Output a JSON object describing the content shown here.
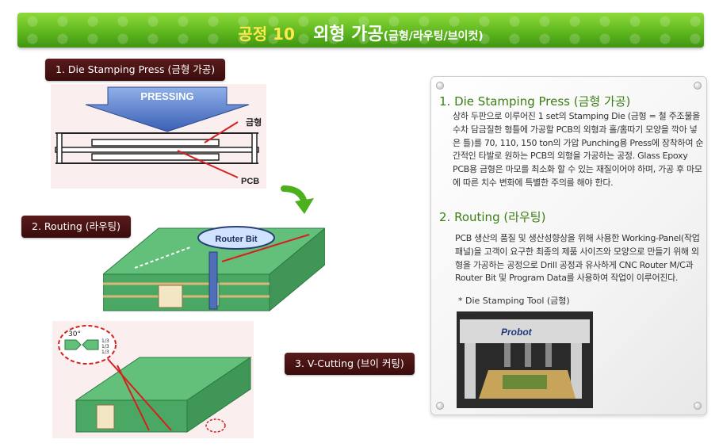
{
  "banner": {
    "number": "공정 10",
    "title": "외형 가공",
    "subtitle": "(금형/라우팅/브이컷)"
  },
  "labels": {
    "stamping": "1. Die Stamping Press (금형 가공)",
    "routing": "2. Routing (라우팅)",
    "vcut": "3. V-Cutting (브이 커팅)"
  },
  "stamping_diagram": {
    "pressing_text": "PRESSING",
    "die_label": "금형",
    "pcb_label": "PCB"
  },
  "routing_diagram": {
    "bit_label": "Router Bit"
  },
  "vcut_diagram": {
    "angle": "30°",
    "ratios": [
      "1/3",
      "1/3",
      "1/3"
    ]
  },
  "panel": {
    "section1": {
      "title": "1. Die Stamping Press (금형 가공)",
      "body": "상하 두판으로 이루어진 1 set의 Stamping Die (금형 = 철 주조물을 수차 담금질한 형틀에 가공할 PCB의 외형과 홀/홈따기 모양을 깍아 넣은 틀)를 70, 110, 150 ton의 가압 Punching용 Press에 장착하여 순간적인 타발로 원하는 PCB의 외형을 가공하는 공정. Glass Epoxy PCB용 금형은 마모를 최소화 할 수 있는 재질이어야 하며, 가공 후 마모에 따른 치수 변화에 특별한 주의를 해야 한다."
    },
    "section2": {
      "title": "2. Routing (라우팅)",
      "body": "PCB 생산의 품질 및 생산성향상을 위해 사용한 Working-Panel(작업패널)을 고객이 요구한 최종의 제품 사이즈와 모양으로 만들기 위해 외형을 가공하는 공정으로 Drill 공정과 유사하게 CNC Router M/C과 Router Bit 및 Program Data를 사용하여 작업이 이루어진다.",
      "note": "* Die Stamping Tool (금형)",
      "photo_brand": "Probot"
    }
  },
  "colors": {
    "banner_green": "#5fb81e",
    "pill_maroon": "#4a1414",
    "title_green": "#3c7d13",
    "board_green": "#3fa85a",
    "arrow_red": "#d62020"
  }
}
